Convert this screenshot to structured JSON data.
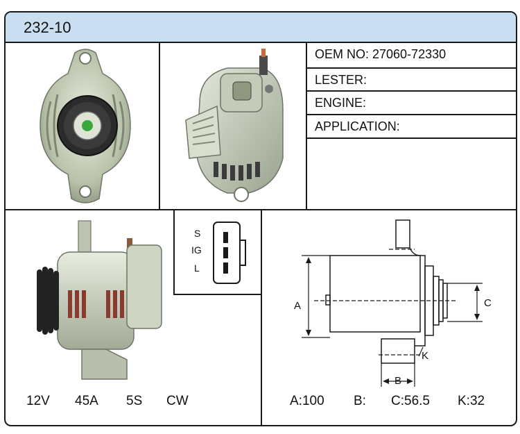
{
  "header": {
    "part_number": "232-10"
  },
  "specs": {
    "oem": "OEM NO: 27060-72330",
    "lester": "LESTER:",
    "engine": "ENGINE:",
    "application": "APPLICATION:"
  },
  "plug": {
    "pins": [
      "S",
      "IG",
      "L"
    ]
  },
  "ratings": {
    "voltage": "12V",
    "amperage": "45A",
    "pulley": "5S",
    "rotation": "CW"
  },
  "diagram": {
    "label_a": "A",
    "label_b": "B",
    "label_c": "C",
    "label_k": "K",
    "value_a": "A:100",
    "value_b": "B:",
    "value_c": "C:56.5",
    "value_k": "K:32"
  },
  "colors": {
    "header_bg": "#c9def1",
    "border": "#1a1a1a",
    "green_center": "#3aa83a"
  },
  "icons": [
    "alternator-front-photo",
    "alternator-rear-photo",
    "alternator-side-photo",
    "plug-connector-icon",
    "dimension-diagram"
  ]
}
